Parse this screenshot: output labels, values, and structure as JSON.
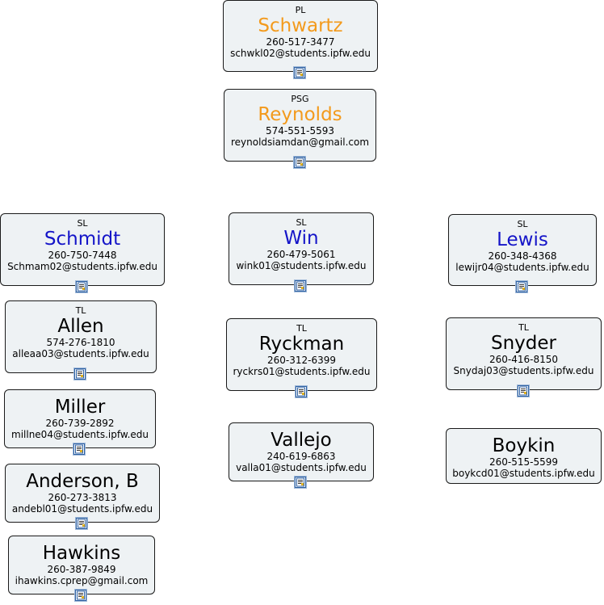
{
  "colors": {
    "pl": "#f39a1c",
    "sl": "#1414c8",
    "tl": "#000000",
    "border": "#1a1a1a",
    "card_bg": "#eef2f4"
  },
  "icons": {
    "note": "notes-icon"
  },
  "cards": {
    "pl": {
      "role": "PL",
      "name": "Schwartz",
      "phone": "260-517-3477",
      "email": "schwkl02@students.ipfw.edu"
    },
    "psg": {
      "role": "PSG",
      "name": "Reynolds",
      "phone": "574-551-5593",
      "email": "reynoldsiamdan@gmail.com"
    },
    "sl_schmidt": {
      "role": "SL",
      "name": "Schmidt",
      "phone": "260-750-7448",
      "email": "Schmam02@students.ipfw.edu"
    },
    "sl_win": {
      "role": "SL",
      "name": "Win",
      "phone": "260-479-5061",
      "email": "wink01@students.ipfw.edu"
    },
    "sl_lewis": {
      "role": "SL",
      "name": "Lewis",
      "phone": "260-348-4368",
      "email": "lewijr04@students.ipfw.edu"
    },
    "tl_allen": {
      "role": "TL",
      "name": "Allen",
      "phone": "574-276-1810",
      "email": "alleaa03@students.ipfw.edu"
    },
    "tl_ryckman": {
      "role": "TL",
      "name": "Ryckman",
      "phone": "260-312-6399",
      "email": "ryckrs01@students.ipfw.edu"
    },
    "tl_snyder": {
      "role": "TL",
      "name": "Snyder",
      "phone": "260-416-8150",
      "email": "Snydaj03@students.ipfw.edu"
    },
    "miller": {
      "name": "Miller",
      "phone": "260-739-2892",
      "email": "millne04@students.ipfw.edu"
    },
    "anderson": {
      "name": "Anderson, B",
      "phone": "260-273-3813",
      "email": "andebl01@students.ipfw.edu"
    },
    "hawkins": {
      "name": "Hawkins",
      "phone": "260-387-9849",
      "email": "ihawkins.cprep@gmail.com"
    },
    "vallejo": {
      "name": "Vallejo",
      "phone": "240-619-6863",
      "email": "valla01@students.ipfw.edu"
    },
    "boykin": {
      "name": "Boykin",
      "phone": "260-515-5599",
      "email": "boykcd01@students.ipfw.edu"
    }
  }
}
